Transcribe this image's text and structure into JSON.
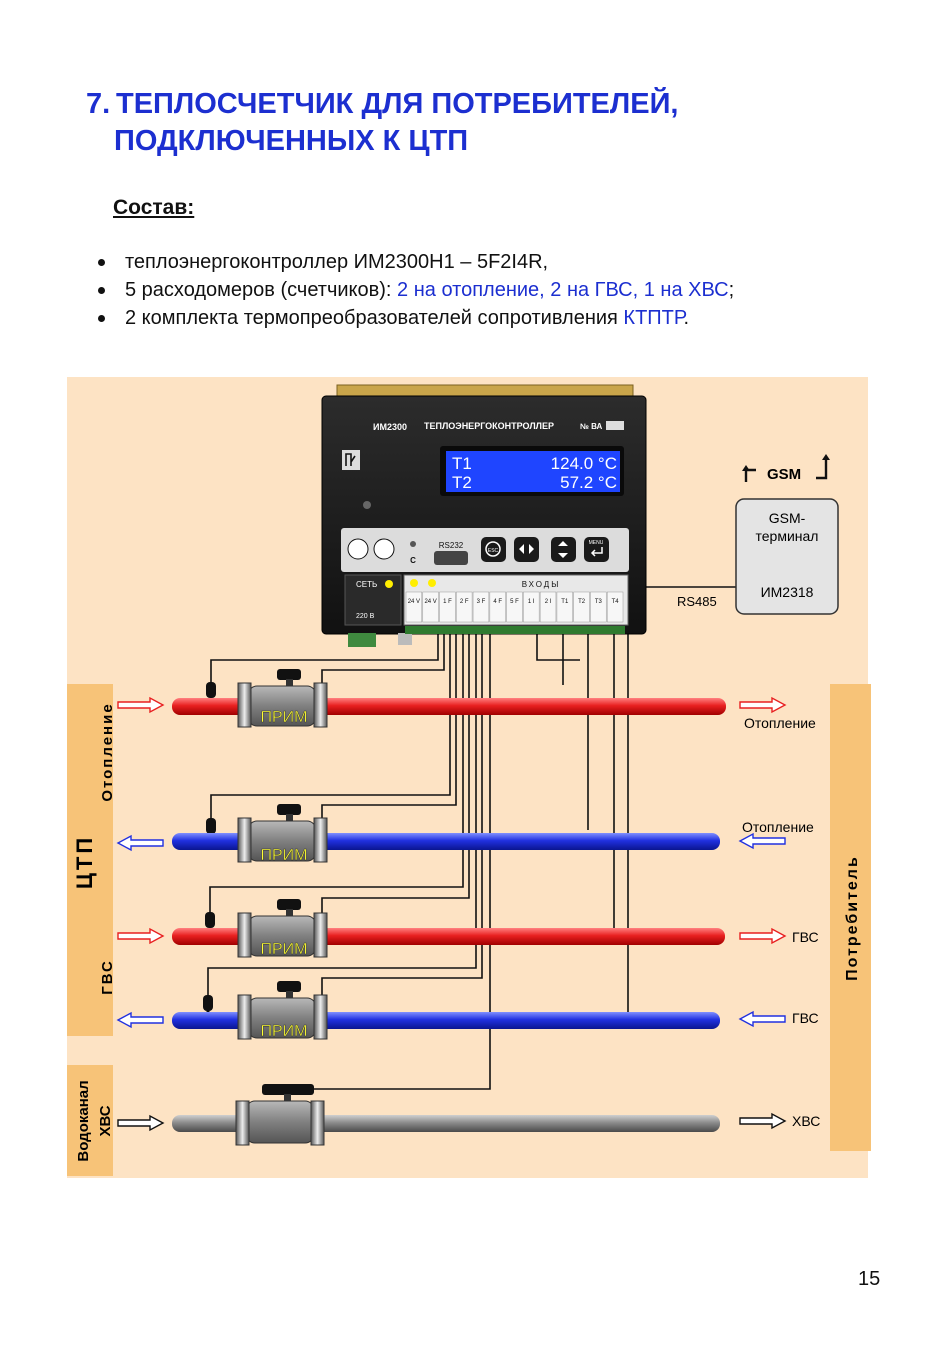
{
  "page": {
    "section_number": "7.",
    "title_line1": "ТЕПЛОСЧЕТЧИК ДЛЯ ПОТРЕБИТЕЛЕЙ,",
    "title_line2": "ПОДКЛЮЧЕННЫХ К ЦТП",
    "subheading": "Состав:",
    "bullets": [
      {
        "text": "теплоэнергоконтроллер ИМ2300Н1 – 5F2I4R,",
        "blue": "",
        "tail": ""
      },
      {
        "text": "5 расходомеров (счетчиков): ",
        "blue": "2 на отопление, 2 на ГВС, 1 на ХВС",
        "tail": ";"
      },
      {
        "text": "2 комплекта термопреобразователей сопротивления ",
        "blue": "КТПТР",
        "tail": "."
      }
    ],
    "page_number": "15"
  },
  "colors": {
    "background_panel": "#fde3c4",
    "side_bar": "#f7c378",
    "hot_pipe": "#e82020",
    "cold_pipe": "#2030e0",
    "water_pipe": "#8c8c8c",
    "title_blue": "#1c2fd0",
    "lcd_blue": "#1f45ff"
  },
  "diagram": {
    "device": {
      "model": "ИМ2300",
      "name": "ТЕПЛОЭНЕРГОКОНТРОЛЛЕР",
      "serial_label": "№ ВА",
      "display_line1_label": "Т1",
      "display_line1_value": "124.0 °C",
      "display_line2_label": "Т2",
      "display_line2_value": "57.2 °C",
      "port_label": "RS232",
      "key_c": "С",
      "key_esc": "ESC",
      "key_menu": "MENU",
      "power_label": "СЕТЬ",
      "voltage_label": "220 В",
      "inputs_label": "ВХОДЫ",
      "input_terminals": [
        "24 V",
        "24 V",
        "1 F",
        "2 F",
        "3 F",
        "4 F",
        "5 F",
        "1 I",
        "2 I",
        "T1",
        "T2",
        "T3",
        "T4"
      ]
    },
    "gsm": {
      "antenna_label": "GSM",
      "terminal_label_line1": "GSM-",
      "terminal_label_line2": "терминал",
      "terminal_model": "ИМ2318",
      "link_label": "RS485"
    },
    "flowmeter_label": "ПРИМ",
    "left_side": {
      "main": "ЦТП",
      "heating": "Отопление",
      "hot_water": "ГВС",
      "water_supply_line1": "Водоканал",
      "water_supply_line2": "ХВС"
    },
    "right_side": {
      "consumer": "Потребитель",
      "out_heating_supply": "Отопление",
      "out_heating_return": "Отопление",
      "out_hot_supply": "ГВС",
      "out_hot_return": "ГВС",
      "out_cold_water": "ХВС"
    }
  }
}
